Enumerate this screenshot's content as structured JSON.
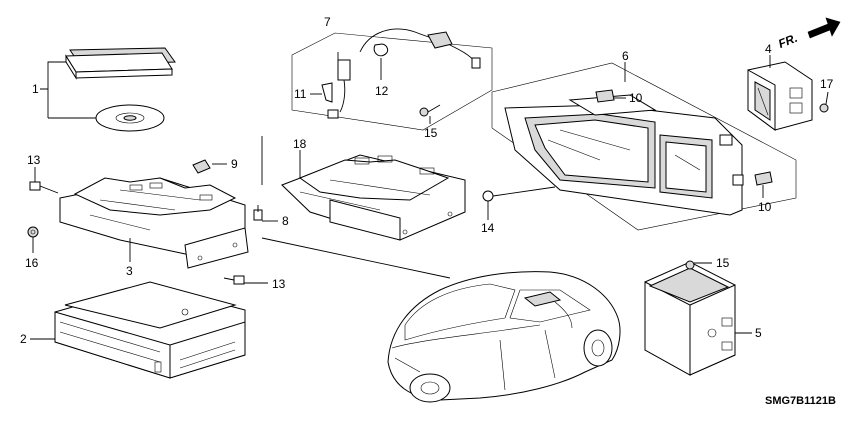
{
  "diagram": {
    "callouts": [
      "1",
      "2",
      "3",
      "4",
      "5",
      "6",
      "7",
      "8",
      "9",
      "10",
      "10",
      "11",
      "12",
      "13",
      "13",
      "14",
      "15",
      "15",
      "16",
      "17",
      "18"
    ],
    "direction_label": "FR.",
    "diagram_code": "SMG7B1121B"
  }
}
